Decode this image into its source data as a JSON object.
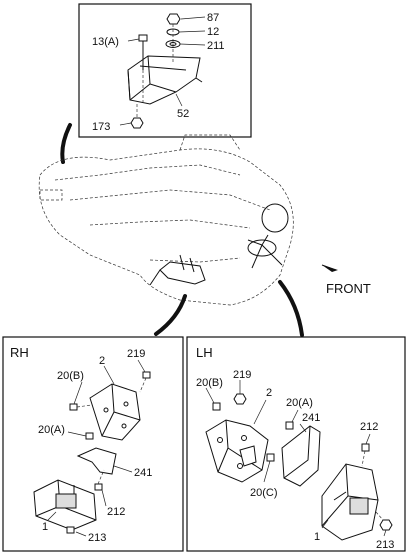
{
  "top_detail": {
    "callouts": [
      "87",
      "12",
      "211",
      "13(A)",
      "52",
      "173"
    ]
  },
  "front_label": "FRONT",
  "rh_panel": {
    "title": "RH",
    "callouts": [
      "2",
      "219",
      "20(B)",
      "20(A)",
      "241",
      "212",
      "1",
      "213"
    ]
  },
  "lh_panel": {
    "title": "LH",
    "callouts": [
      "20(B)",
      "219",
      "2",
      "20(A)",
      "241",
      "212",
      "20(C)",
      "1",
      "213"
    ]
  }
}
